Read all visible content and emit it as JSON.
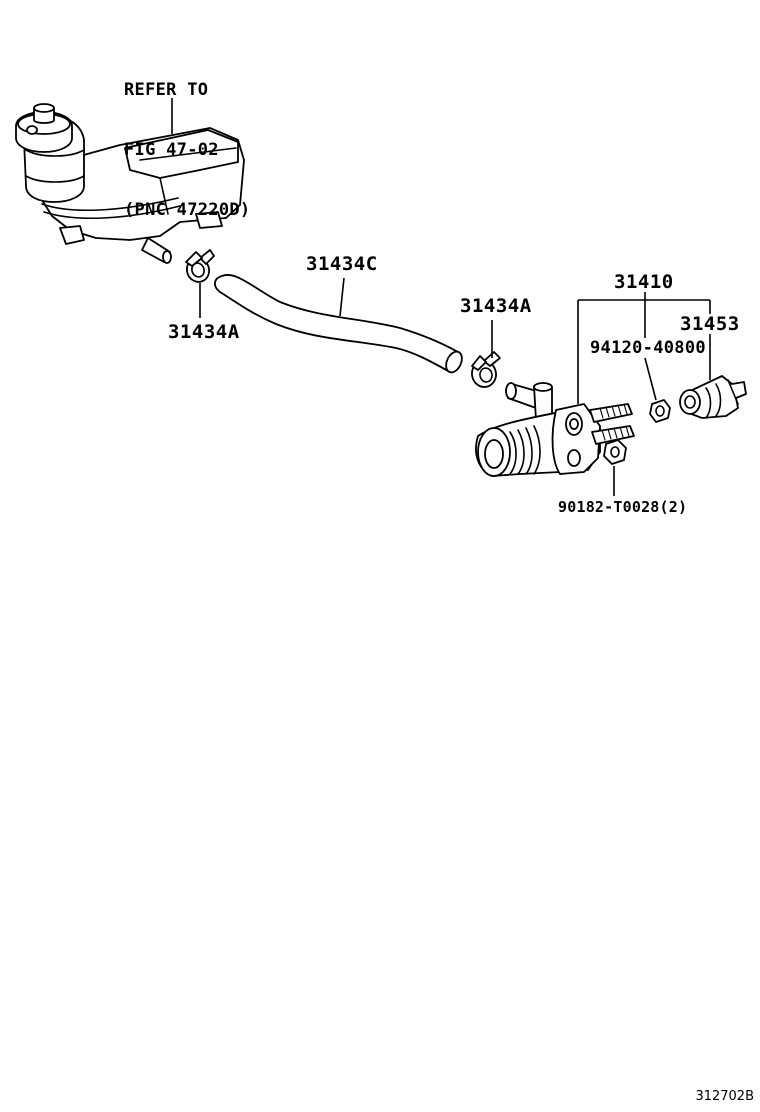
{
  "reference_note": {
    "line1": "REFER TO",
    "line2": "FIG 47-02",
    "line3": "(PNC 47220D)"
  },
  "callouts": {
    "clamp_left": "31434A",
    "hose": "31434C",
    "clamp_right": "31434A",
    "master_cylinder": "31410",
    "boot": "31453",
    "nut": "94120-40800",
    "bolt": "90182-T0028(2)"
  },
  "figure_number": "312702B"
}
